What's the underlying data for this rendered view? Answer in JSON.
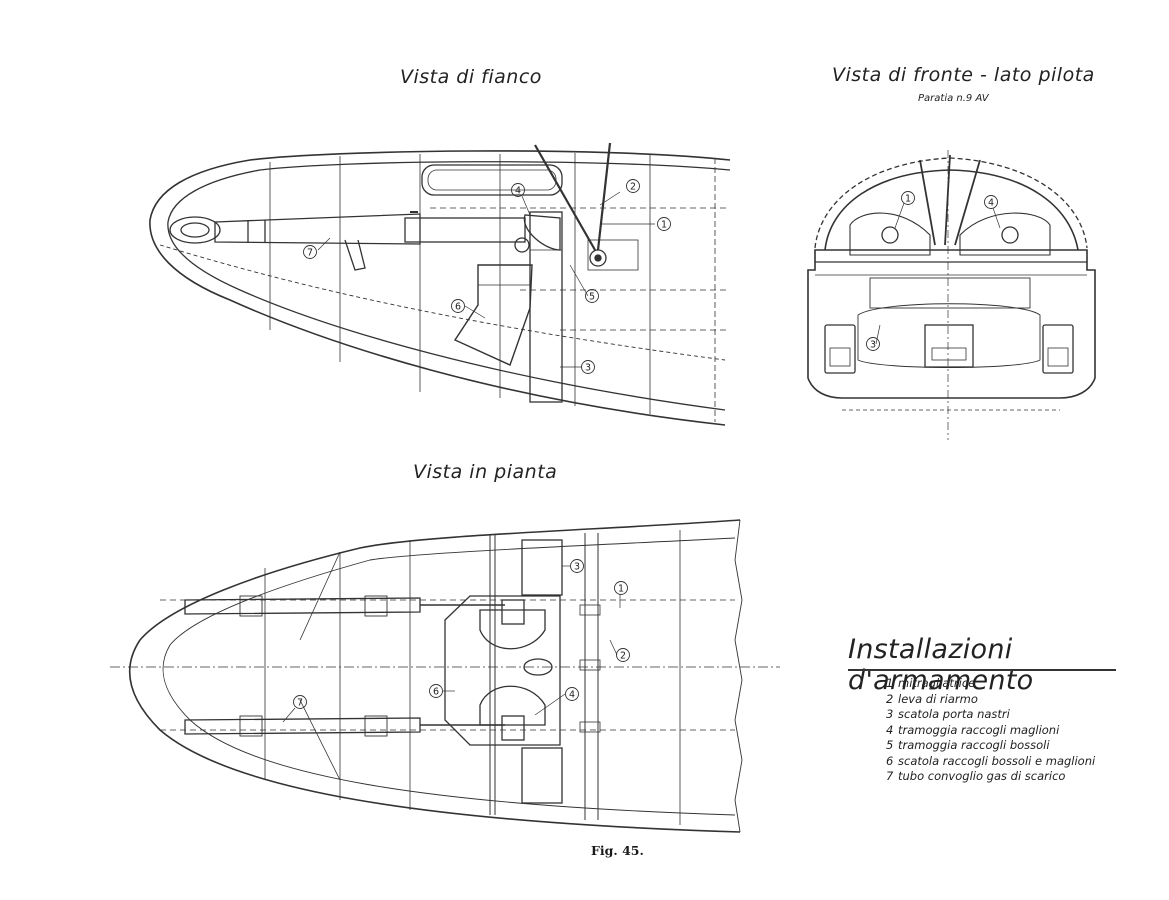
{
  "views": {
    "side": {
      "title": "Vista di fianco"
    },
    "front": {
      "title": "Vista di fronte - lato pilota",
      "subtitle": "Paratia n.9 AV"
    },
    "plan": {
      "title": "Vista in pianta"
    }
  },
  "callouts": {
    "side": [
      "1",
      "2",
      "3",
      "4",
      "5",
      "6",
      "7"
    ],
    "front": [
      "1",
      "3",
      "4"
    ],
    "plan": [
      "1",
      "2",
      "3",
      "4",
      "6",
      "7"
    ]
  },
  "legend": {
    "title": "Installazioni d'armamento",
    "items": [
      {
        "num": "1",
        "text": "mitragliatrice"
      },
      {
        "num": "2",
        "text": "leva di riarmo"
      },
      {
        "num": "3",
        "text": "scatola porta nastri"
      },
      {
        "num": "4",
        "text": "tramoggia raccogli maglioni"
      },
      {
        "num": "5",
        "text": "tramoggia raccogli bossoli"
      },
      {
        "num": "6",
        "text": "scatola raccogli bossoli e maglioni"
      },
      {
        "num": "7",
        "text": "tubo convoglio gas di scarico"
      }
    ]
  },
  "caption": "Fig. 45."
}
